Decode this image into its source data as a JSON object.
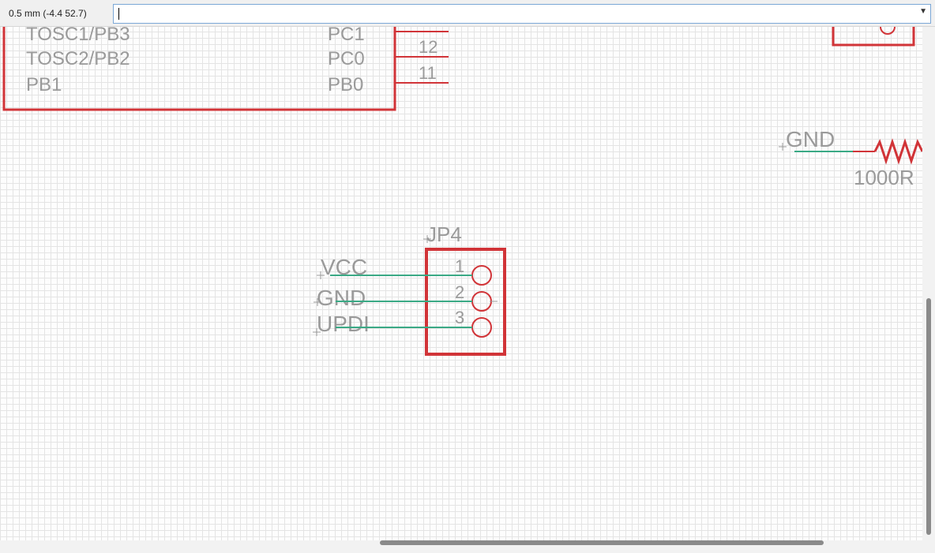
{
  "statusbar": {
    "coordinates": "0.5 mm (-4.4 52.7)"
  },
  "command_line": {
    "value": "",
    "dropdown_icon": "chevron-down-icon"
  },
  "schematic": {
    "chip": {
      "left_pins": [
        "TOSC1/PB3",
        "TOSC2/PB2",
        "PB1"
      ],
      "right_pins": [
        "PC1",
        "PC0",
        "PB0"
      ],
      "pin_numbers": [
        "12",
        "11"
      ]
    },
    "gnd_label": "GND",
    "resistor_value": "1000R",
    "connector": {
      "name": "JP4",
      "pin_numbers": [
        "1",
        "2",
        "3"
      ],
      "nets": [
        "VCC",
        "GND",
        "UPDI"
      ]
    }
  },
  "colors": {
    "symbol": "#d13438",
    "net": "#3aa985",
    "text": "#9a9a9a",
    "grid": "#e4e4e4"
  }
}
